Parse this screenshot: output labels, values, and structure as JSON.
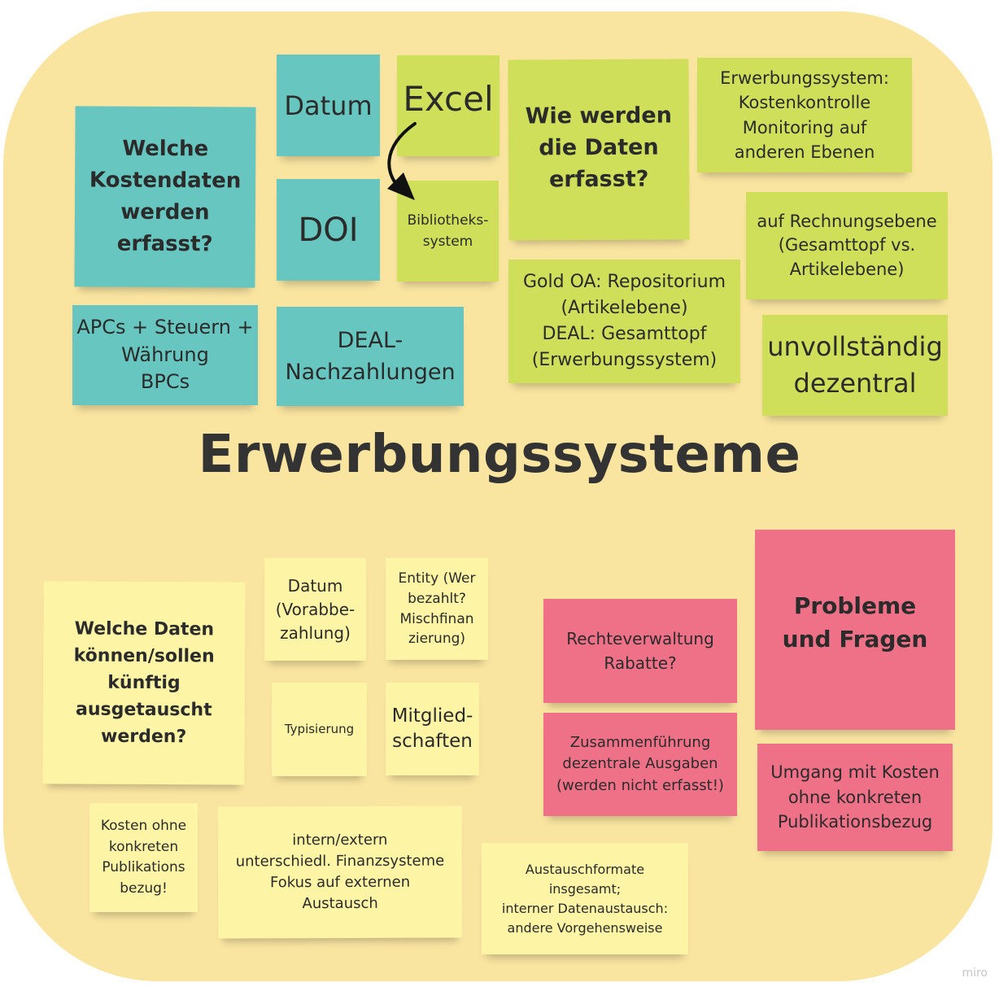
{
  "title": "Erwerbungssysteme",
  "watermark": "miro",
  "notes": {
    "kostendaten_q": [
      "Welche",
      "Kostendaten",
      "werden",
      "erfasst?"
    ],
    "datum": [
      "Datum"
    ],
    "doi": [
      "DOI"
    ],
    "excel": [
      "Excel"
    ],
    "bibliothekssystem": [
      "Bibliotheks-",
      "system"
    ],
    "wie_erfasst_q": [
      "Wie werden",
      "die Daten",
      "erfasst?"
    ],
    "erwerbungssystem_kosten": [
      "Erwerbungssystem:",
      "Kostenkontrolle",
      "Monitoring auf",
      "anderen Ebenen"
    ],
    "rechnungsebene": [
      "auf Rechnungsebene",
      "(Gesamttopf vs.",
      "Artikelebene)"
    ],
    "apcs": [
      "APCs + Steuern +",
      "Währung",
      "BPCs"
    ],
    "deal_nachzahlungen": [
      "DEAL-",
      "Nachzahlungen"
    ],
    "gold_oa": [
      "Gold OA: Repositorium",
      "(Artikelebene)",
      "DEAL: Gesamttopf",
      "(Erwerbungssystem)"
    ],
    "unvollstaendig": [
      "unvollständig",
      "dezentral"
    ],
    "austausch_q": [
      "Welche Daten",
      "können/sollen",
      "künftig",
      "ausgetauscht",
      "werden?"
    ],
    "datum_vorabbe": [
      "Datum",
      "(Vorabbe-",
      "zahlung)"
    ],
    "entity": [
      "Entity (Wer",
      "bezahlt?",
      "Mischfinan",
      "zierung)"
    ],
    "typisierung": [
      "Typisierung"
    ],
    "mitgliedschaften": [
      "Mitglied-",
      "schaften"
    ],
    "kosten_ohne_bezug": [
      "Kosten ohne",
      "konkreten",
      "Publikations",
      "bezug!"
    ],
    "intern_extern": [
      "intern/extern",
      "unterschiedl. Finanzsysteme",
      "Fokus auf externen",
      "Austausch"
    ],
    "austauschformate": [
      "Austauschformate",
      "insgesamt;",
      "interner Datenaustausch:",
      "andere Vorgehensweise"
    ],
    "rechteverwaltung": [
      "Rechteverwaltung",
      "Rabatte?"
    ],
    "zusammenfuehrung": [
      "Zusammenführung",
      "dezentrale Ausgaben",
      "(werden nicht erfasst!)"
    ],
    "probleme_q": [
      "Probleme",
      "und Fragen"
    ],
    "umgang_kosten": [
      "Umgang mit Kosten",
      "ohne konkreten",
      "Publikationsbezug"
    ]
  },
  "colors": {
    "background_board": "#f9e4a0",
    "teal_note": "#67c6bf",
    "lime_note": "#cfdf5a",
    "pink_note": "#ef7188",
    "pale_yellow_note": "#fdf4a5",
    "text": "#2b2b2b"
  },
  "icons": {
    "arrow": "curved-arrow-icon"
  }
}
